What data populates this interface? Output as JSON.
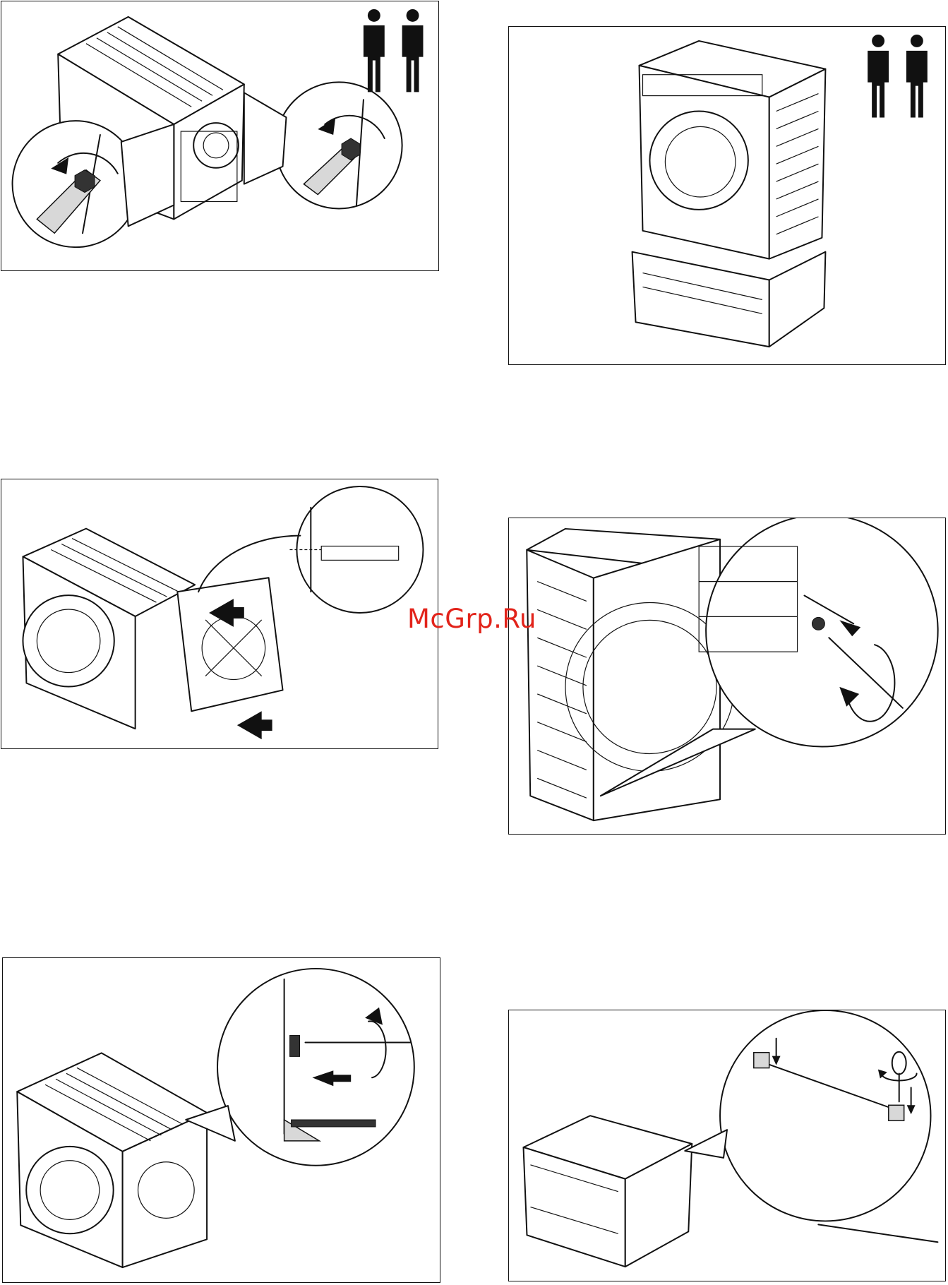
{
  "watermark": {
    "text": "McGrp.Ru",
    "color": "#e2231a"
  },
  "figures": [
    {
      "id": "fig-remove-rear-bolts",
      "icon": "two-persons-icon"
    },
    {
      "id": "fig-dryer-on-pedestal",
      "icon": "two-persons-icon"
    },
    {
      "id": "fig-slide-rear-panel"
    },
    {
      "id": "fig-unscrew-drum-screw",
      "icon": "screwdriver-icon"
    },
    {
      "id": "fig-screw-rear-bracket",
      "icon": "screwdriver-icon"
    },
    {
      "id": "fig-pedestal-bracket-screws",
      "icon": "screwdriver-icon"
    }
  ]
}
